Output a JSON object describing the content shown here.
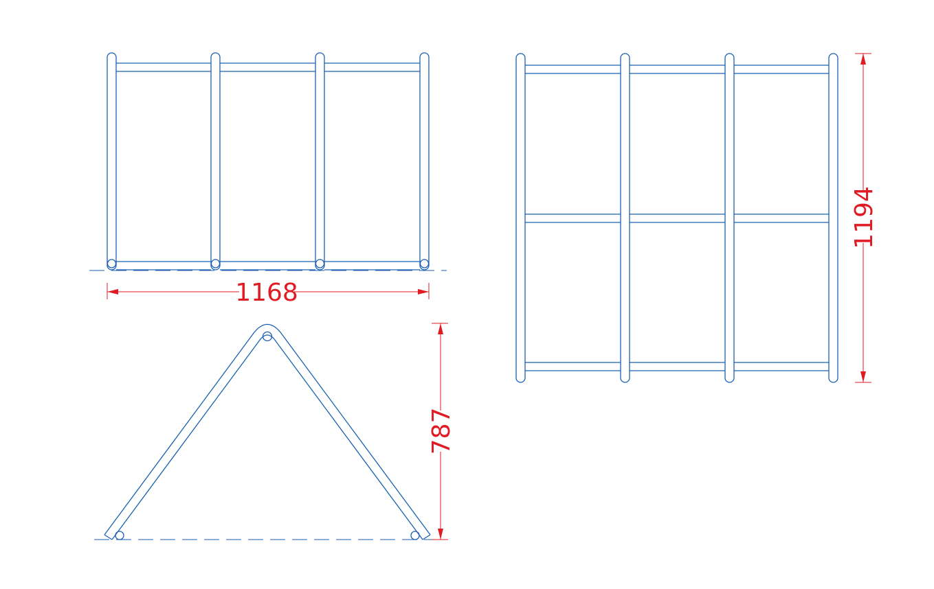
{
  "colors": {
    "outline": "#1a5fb4",
    "dimension": "#e01b24",
    "background": "#ffffff"
  },
  "dimensions": {
    "width": "1168",
    "height_side": "787",
    "length": "1194"
  }
}
